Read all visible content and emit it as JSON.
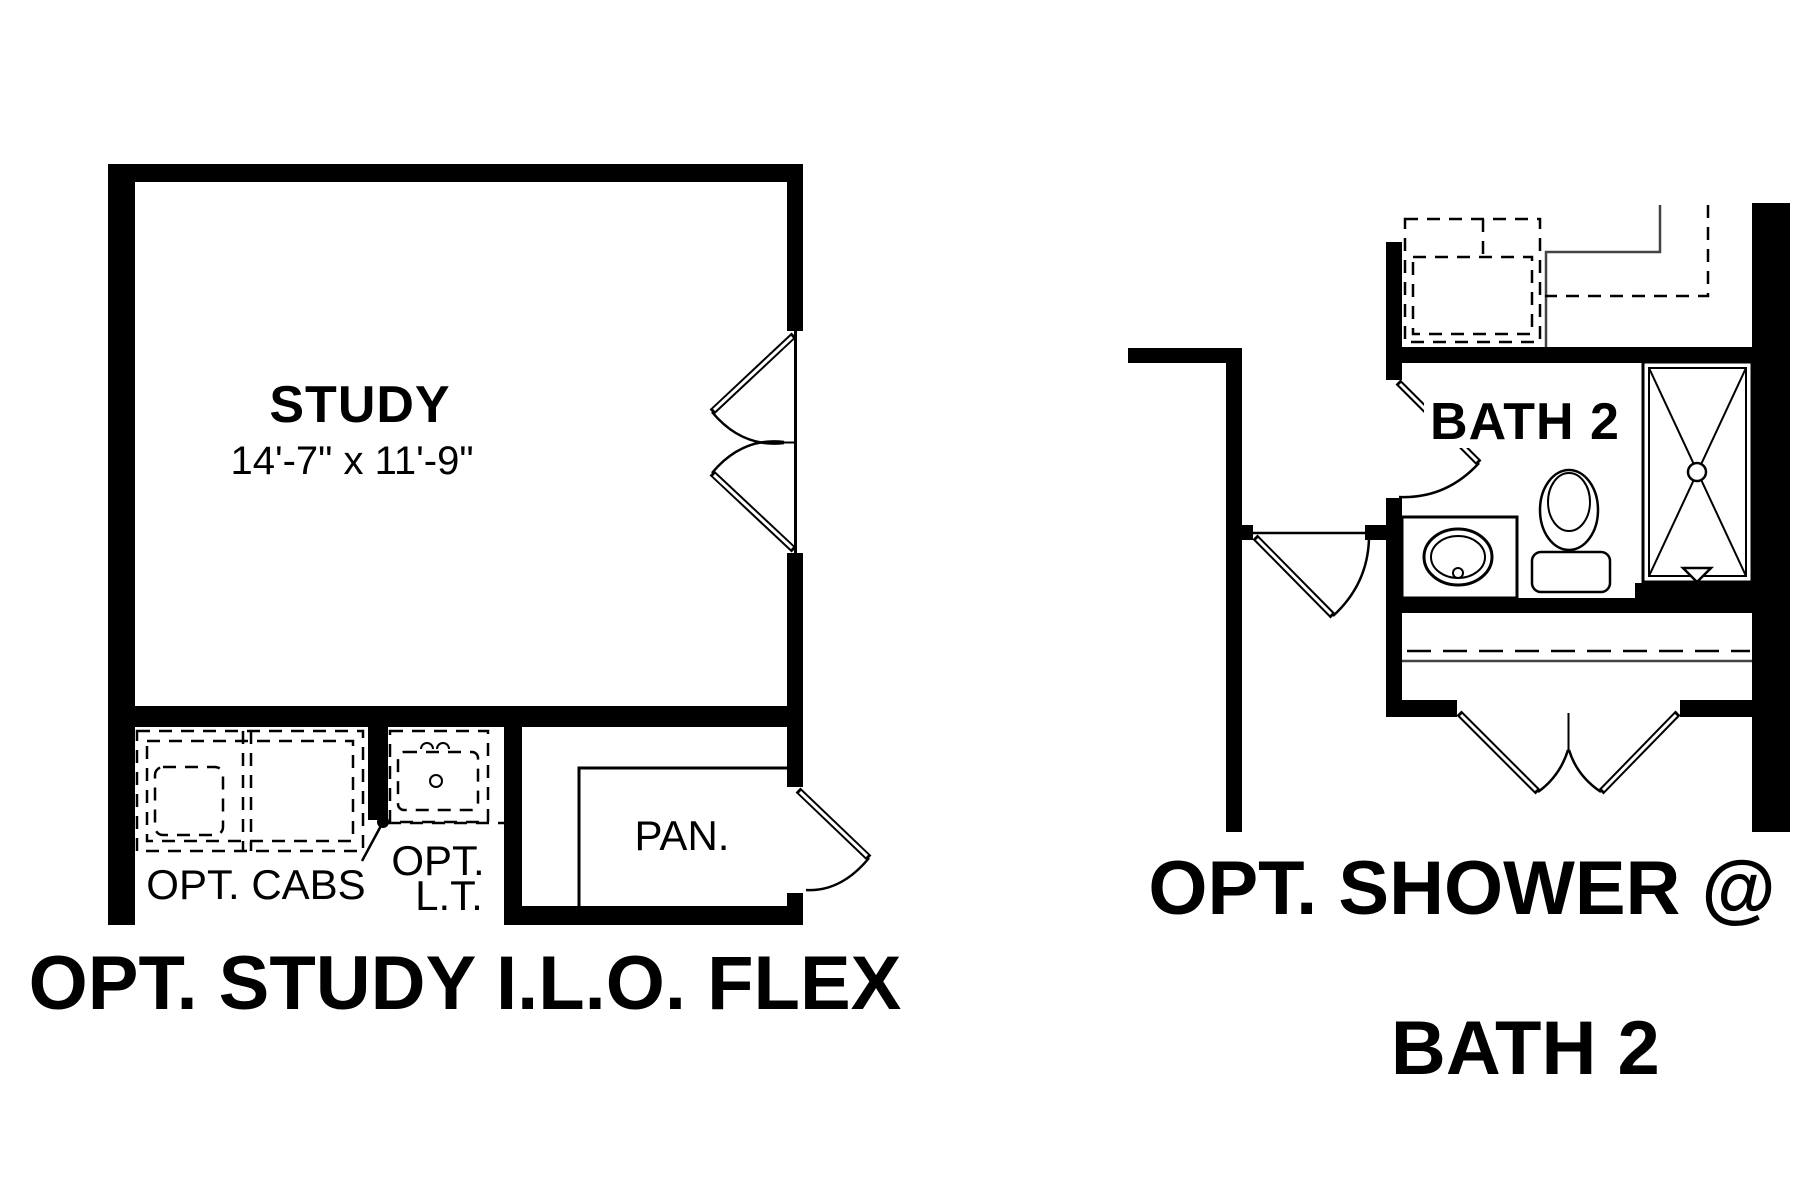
{
  "canvas": {
    "background": "#ffffff",
    "line_color": "#000000"
  },
  "left_plan": {
    "room_label": "STUDY",
    "room_dimensions": "14'-7\" x 11'-9\"",
    "cabinets_label": "OPT. CABS",
    "laundry_tub_label_line1": "OPT.",
    "laundry_tub_label_line2": "L.T.",
    "pantry_label": "PAN.",
    "caption": "OPT. STUDY I.L.O. FLEX"
  },
  "right_plan": {
    "room_label": "BATH 2",
    "caption_line1": "OPT. SHOWER @",
    "caption_line2": "BATH 2"
  }
}
